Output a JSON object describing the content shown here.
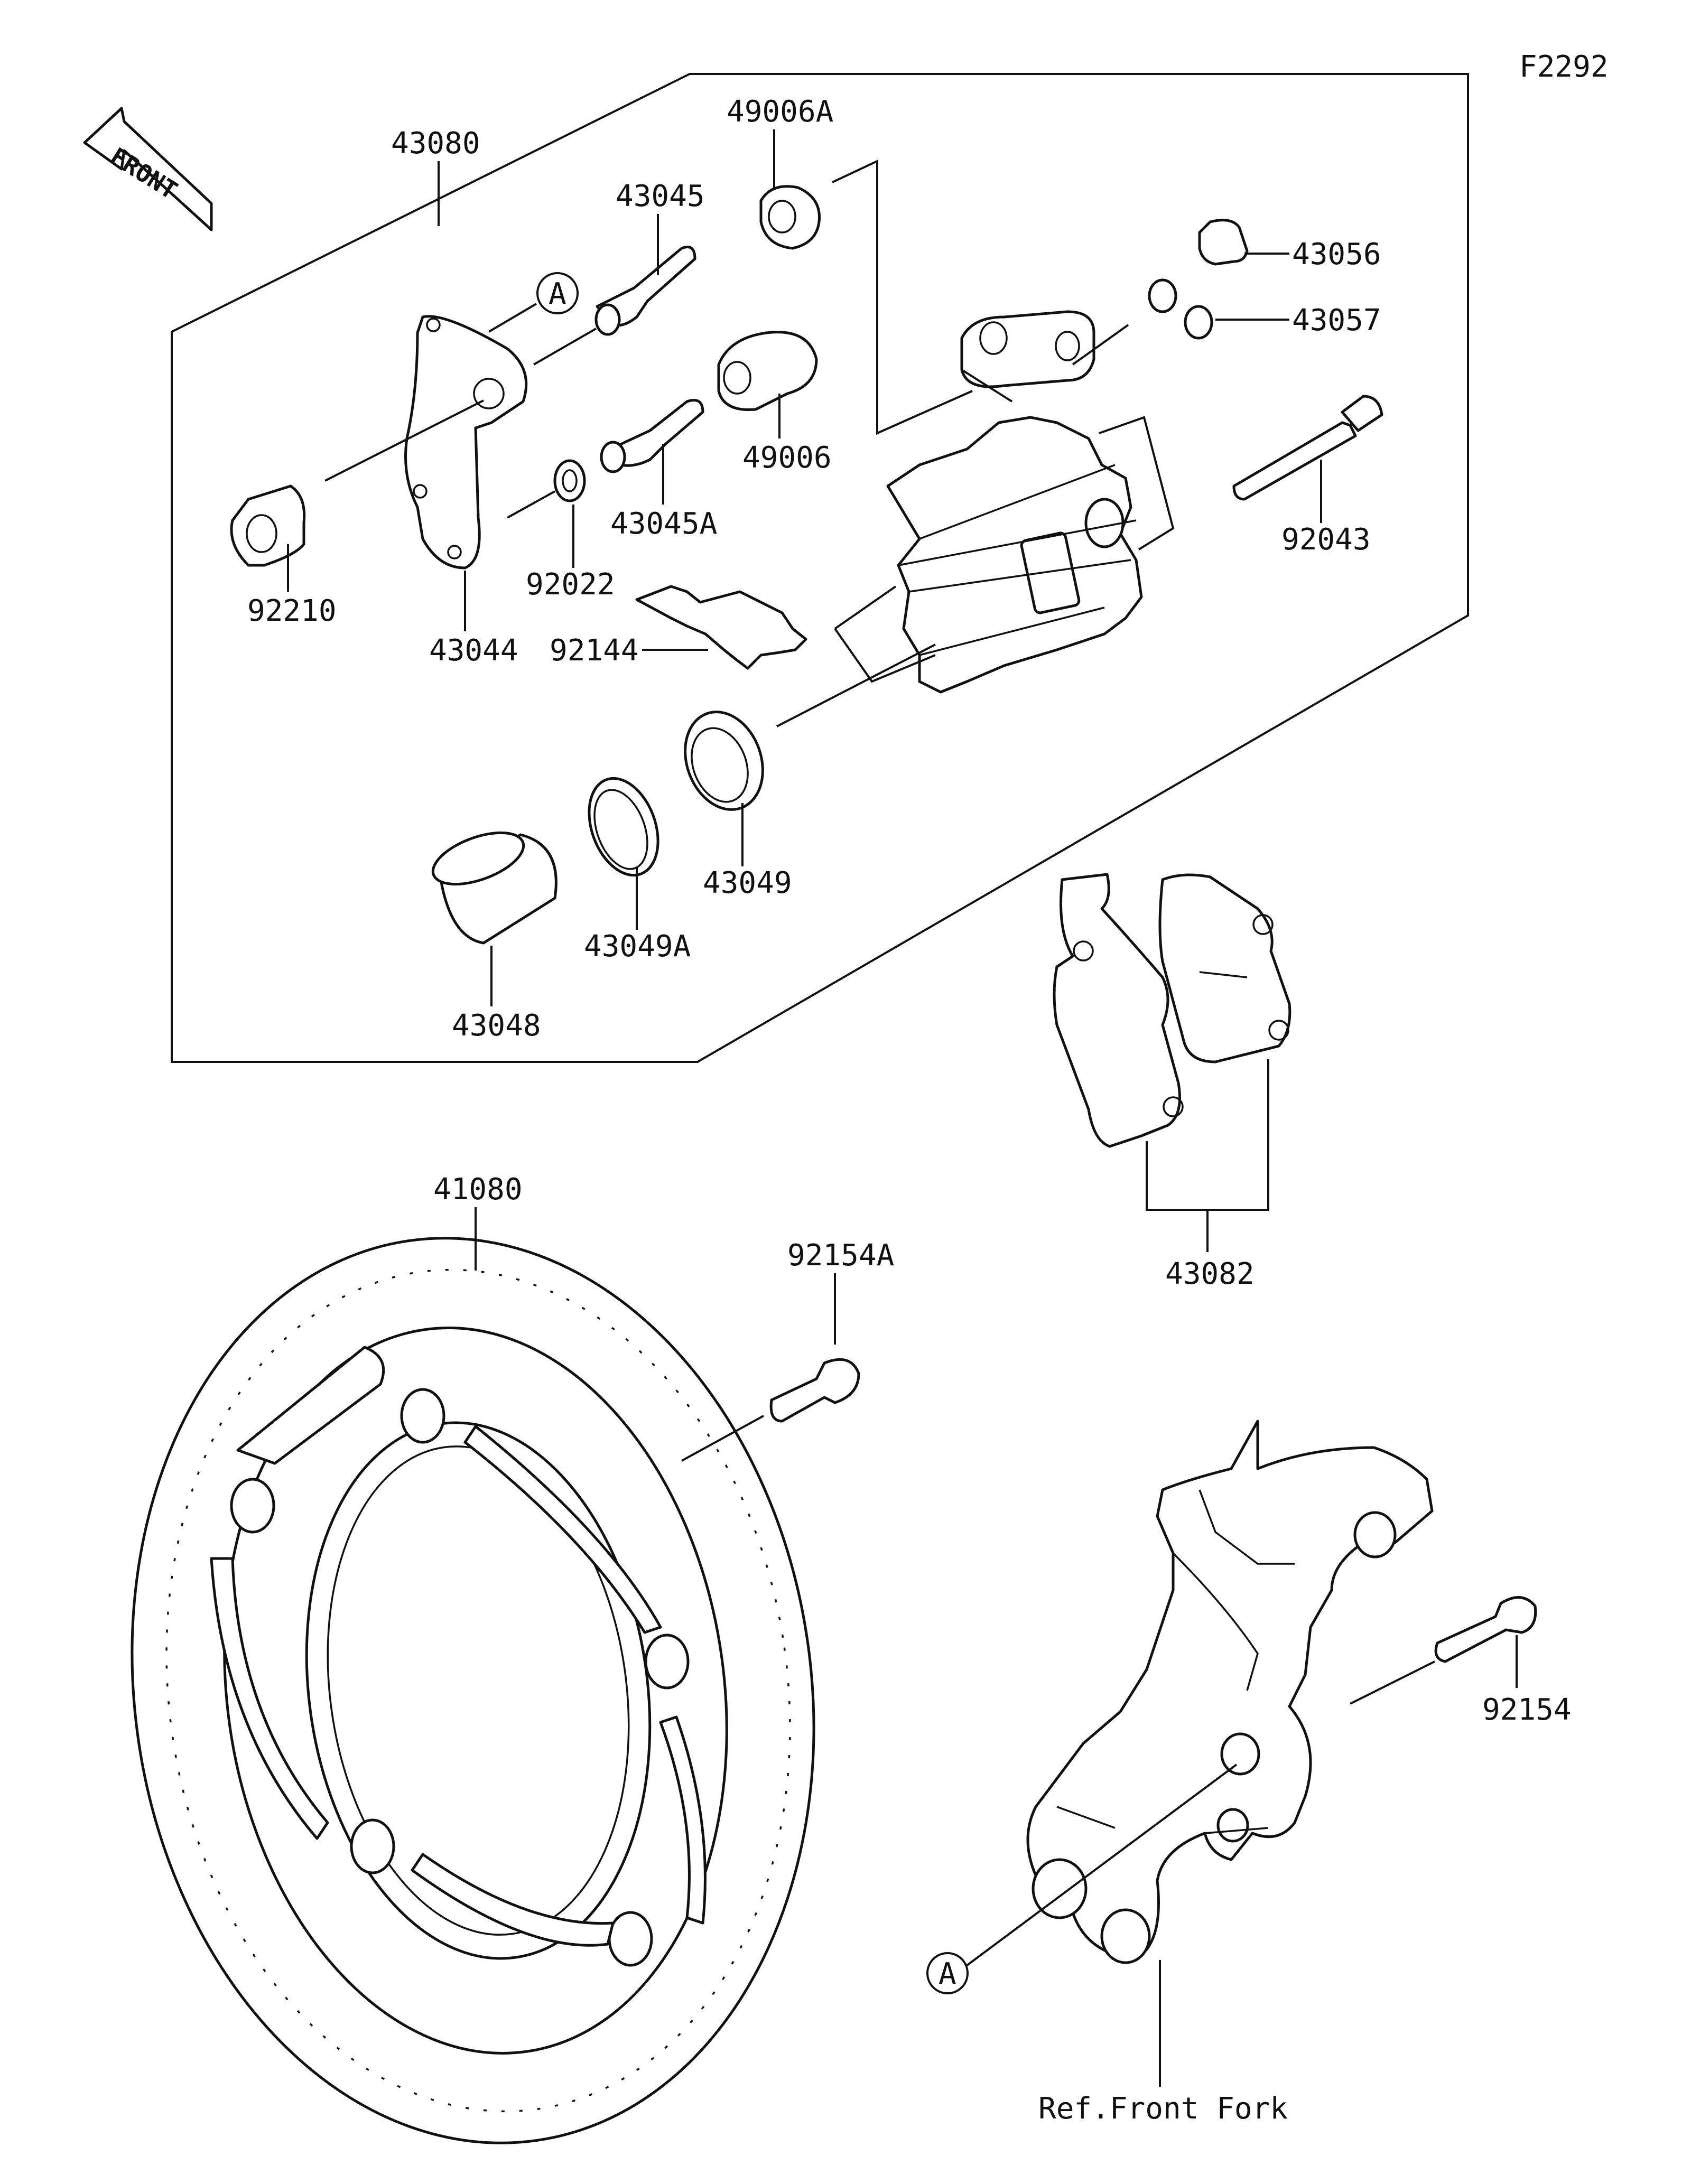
{
  "figure_code": "F2292",
  "front_arrow_text": "FRONT",
  "ref_label": "A",
  "labels": {
    "p43080": "43080",
    "p49006A": "49006A",
    "p43045": "43045",
    "p43056": "43056",
    "p43057": "43057",
    "p49006": "49006",
    "p43045A": "43045A",
    "p92043": "92043",
    "p92210": "92210",
    "p43044": "43044",
    "p92022": "92022",
    "p92144": "92144",
    "p43049": "43049",
    "p43049A": "43049A",
    "p43048": "43048",
    "p41080": "41080",
    "p92154A": "92154A",
    "p43082": "43082",
    "p92154": "92154",
    "ref_front_fork": "Ref.Front Fork"
  }
}
